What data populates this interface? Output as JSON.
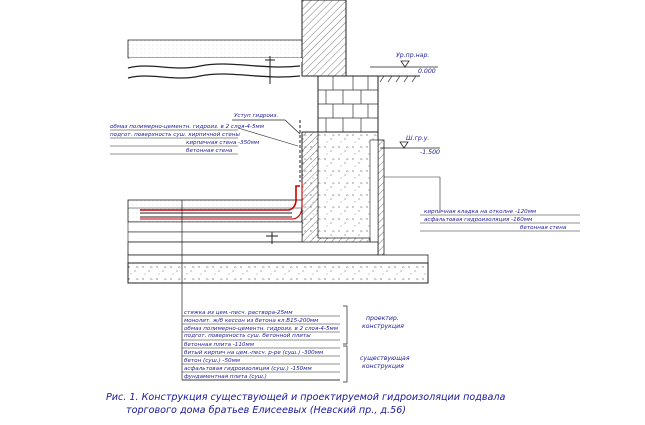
{
  "colors": {
    "ink": "#1a1a99",
    "line": "#222222",
    "waterproofing": "#cc0000",
    "hatch": "#555555"
  },
  "level_marks": {
    "floor": {
      "title": "Ур.пр.нар.",
      "value": "0.000"
    },
    "ground_water": {
      "title": "Ш.гр.у.",
      "value": "-1.500"
    }
  },
  "annotations": {
    "waterproofing_tag": "Уступ гидроиз.",
    "wall_top": [
      "обмаз полимерно-цементн. гидроиз. в 2 слоя-4-5мм",
      "подгот. поверхность суш. кирпичной стены",
      "кирпичная стена -350мм",
      "бетонная стена"
    ],
    "right_side": [
      "кирпичная кладка на отколне -120мм",
      "асфальтовая гидроизоляция -160мм",
      "бетонная стена"
    ],
    "floor_layers": [
      "стяжка из цем.-песч. раствора-25мм",
      "монолит. ж/б кессон из бетона кл.В15-200мм",
      "обмаз полимерно-цементн. гидроиз. в 2 слоя-4-5мм",
      "подгот. поверхность суш. бетонной плиты",
      "бетонная плита -110мм",
      "битый кирпич на цем.-песч. р-ре (суш.) -300мм",
      "бетон (суш.) -50мм",
      "асфальтовая гидроизоляция (суш.) -150мм",
      "фундаментная плита (суш.)"
    ],
    "group_designed": [
      "проектир.",
      "конструкция"
    ],
    "group_existing": [
      "существующая",
      "конструкция"
    ]
  },
  "caption": [
    "Рис. 1. Конструкция существующей и проектируемой гидроизоляции подвала",
    "торгового дома братьев Елисеевых (Невский пр., д.56)"
  ]
}
